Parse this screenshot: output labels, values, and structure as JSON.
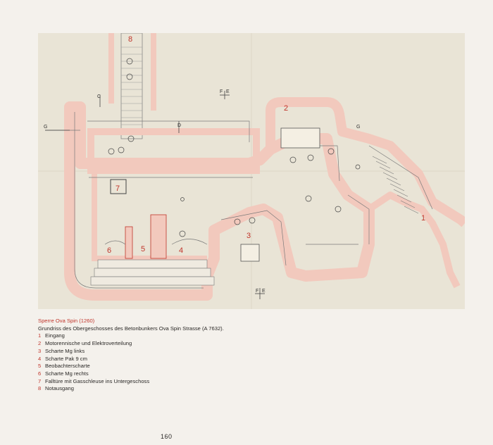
{
  "plan": {
    "markers": [
      "1",
      "2",
      "3",
      "4",
      "5",
      "6",
      "7",
      "8"
    ]
  },
  "caption": {
    "title": "Sperre Ova Spin (1260)",
    "subtitle": "Grundriss des Obergeschosses des Betonbunkers Ova Spin Strasse (A 7632).",
    "legend": [
      {
        "num": "1",
        "text": "Eingang"
      },
      {
        "num": "2",
        "text": "Motorennische und Elektroverteilung"
      },
      {
        "num": "3",
        "text": "Scharte Mg links"
      },
      {
        "num": "4",
        "text": "Scharte Pak 9 cm"
      },
      {
        "num": "5",
        "text": "Beobachterscharte"
      },
      {
        "num": "6",
        "text": "Scharte Mg rechts"
      },
      {
        "num": "7",
        "text": "Falltüre mit Gasschleuse ins Untergeschoss"
      },
      {
        "num": "8",
        "text": "Notausgang"
      }
    ]
  },
  "page_number": "160",
  "colors": {
    "wall_fill": "#f2c9bd",
    "paper": "#e9e4d6",
    "accent": "#c0352b"
  }
}
